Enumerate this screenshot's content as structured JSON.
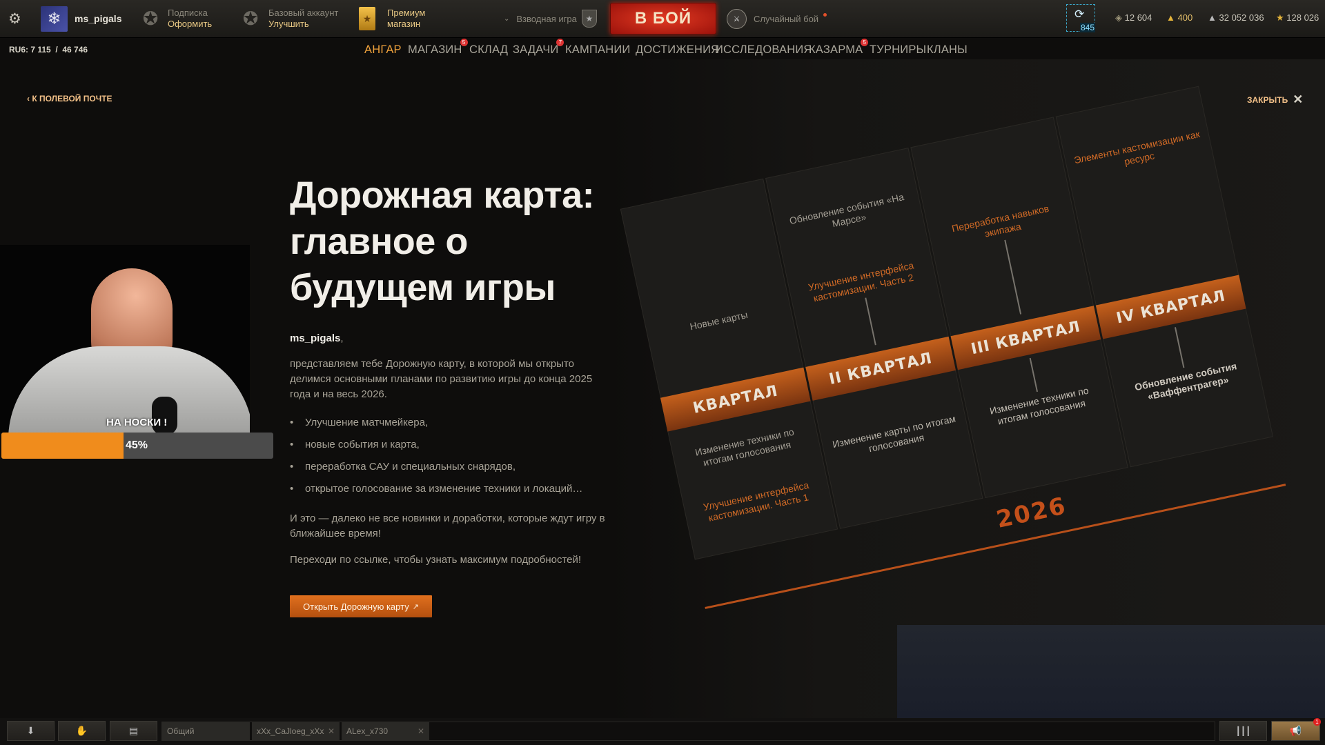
{
  "header": {
    "username": "ms_pigals",
    "subscription": {
      "label": "Подписка",
      "action": "Оформить"
    },
    "account": {
      "label": "Базовый аккаунт",
      "action": "Улучшить"
    },
    "premium_shop": {
      "line1": "Премиум",
      "line2": "магазин"
    },
    "platoon": "Взводная игра",
    "battle_button": "В БОЙ",
    "battle_mode": "Случайный бой",
    "boosters_count": "845",
    "currencies": {
      "bonds": "12 604",
      "gold": "400",
      "credits": "32 052 036",
      "free_xp": "128 026"
    },
    "server": "RU6: 7 115  /  46 746"
  },
  "nav": {
    "items": [
      {
        "label": "АНГАР",
        "active": true
      },
      {
        "label": "МАГАЗИН",
        "badge": "5"
      },
      {
        "label": "СКЛАД"
      },
      {
        "label": "ЗАДАЧИ",
        "badge": "7"
      },
      {
        "label": "КАМПАНИИ"
      },
      {
        "label": "ДОСТИЖЕНИЯ"
      },
      {
        "label": "ИССЛЕДОВАНИЯ"
      },
      {
        "label": "КАЗАРМА",
        "badge": "5"
      },
      {
        "label": "ТУРНИРЫ"
      },
      {
        "label": "КЛАНЫ"
      }
    ]
  },
  "article": {
    "back_link": "К ПОЛЕВОЙ ПОЧТЕ",
    "close_label": "ЗАКРЫТЬ",
    "title": "Дорожная карта: главное о будущем игры",
    "greeting_name": "ms_pigals",
    "greeting_punct": ",",
    "intro": "представляем тебе Дорожную карту, в которой мы открыто делимся основными планами по развитию игры до конца 2025 года и на весь 2026.",
    "bullets": [
      "Улучшение матчмейкера,",
      "новые события и карта,",
      "переработка САУ и специальных снарядов,",
      "открытое голосование за изменение техники и локаций…"
    ],
    "outro": "И это — далеко не все новинки и доработки, которые ждут игру в ближайшее время!",
    "cta_text": "Переходи по ссылке, чтобы узнать максимум подробностей!",
    "cta_button": "Открыть Дорожную карту"
  },
  "roadmap_image": {
    "quarters": [
      "КВАРТАЛ",
      "II КВАРТАЛ",
      "III КВАРТАЛ",
      "IV КВАРТАЛ"
    ],
    "year": "2026",
    "labels": {
      "mars": "Обновление события «На Марсе»",
      "ui2": "Улучшение интерфейса кастомизации. Часть 2",
      "crew": "Переработка навыков экипажа",
      "custom": "Элементы кастомизации как ресурс",
      "maps": "Новые карты",
      "vote1": "Изменение техники по итогам голосования",
      "vote2": "Изменение карты по итогам голосования",
      "vote3": "Изменение техники по итогам голосования",
      "waffen": "Обновление события «Ваффентрагер»",
      "ui1": "Улучшение интерфейса кастомизации. Часть 1"
    }
  },
  "webcam": {
    "caption": "НА НОСКИ !",
    "progress_label": "45%",
    "progress": 45
  },
  "bottom": {
    "chat_tabs": [
      {
        "label": "Общий"
      },
      {
        "label": "xXx_CaJloeg_xXx",
        "closable": true
      },
      {
        "label": "ALex_x730",
        "closable": true
      }
    ],
    "notification_badge": "1"
  },
  "colors": {
    "accent": "#f0a23c",
    "battle": "#c82414",
    "cta": "#d4661a",
    "progress": "#f08c1c"
  }
}
